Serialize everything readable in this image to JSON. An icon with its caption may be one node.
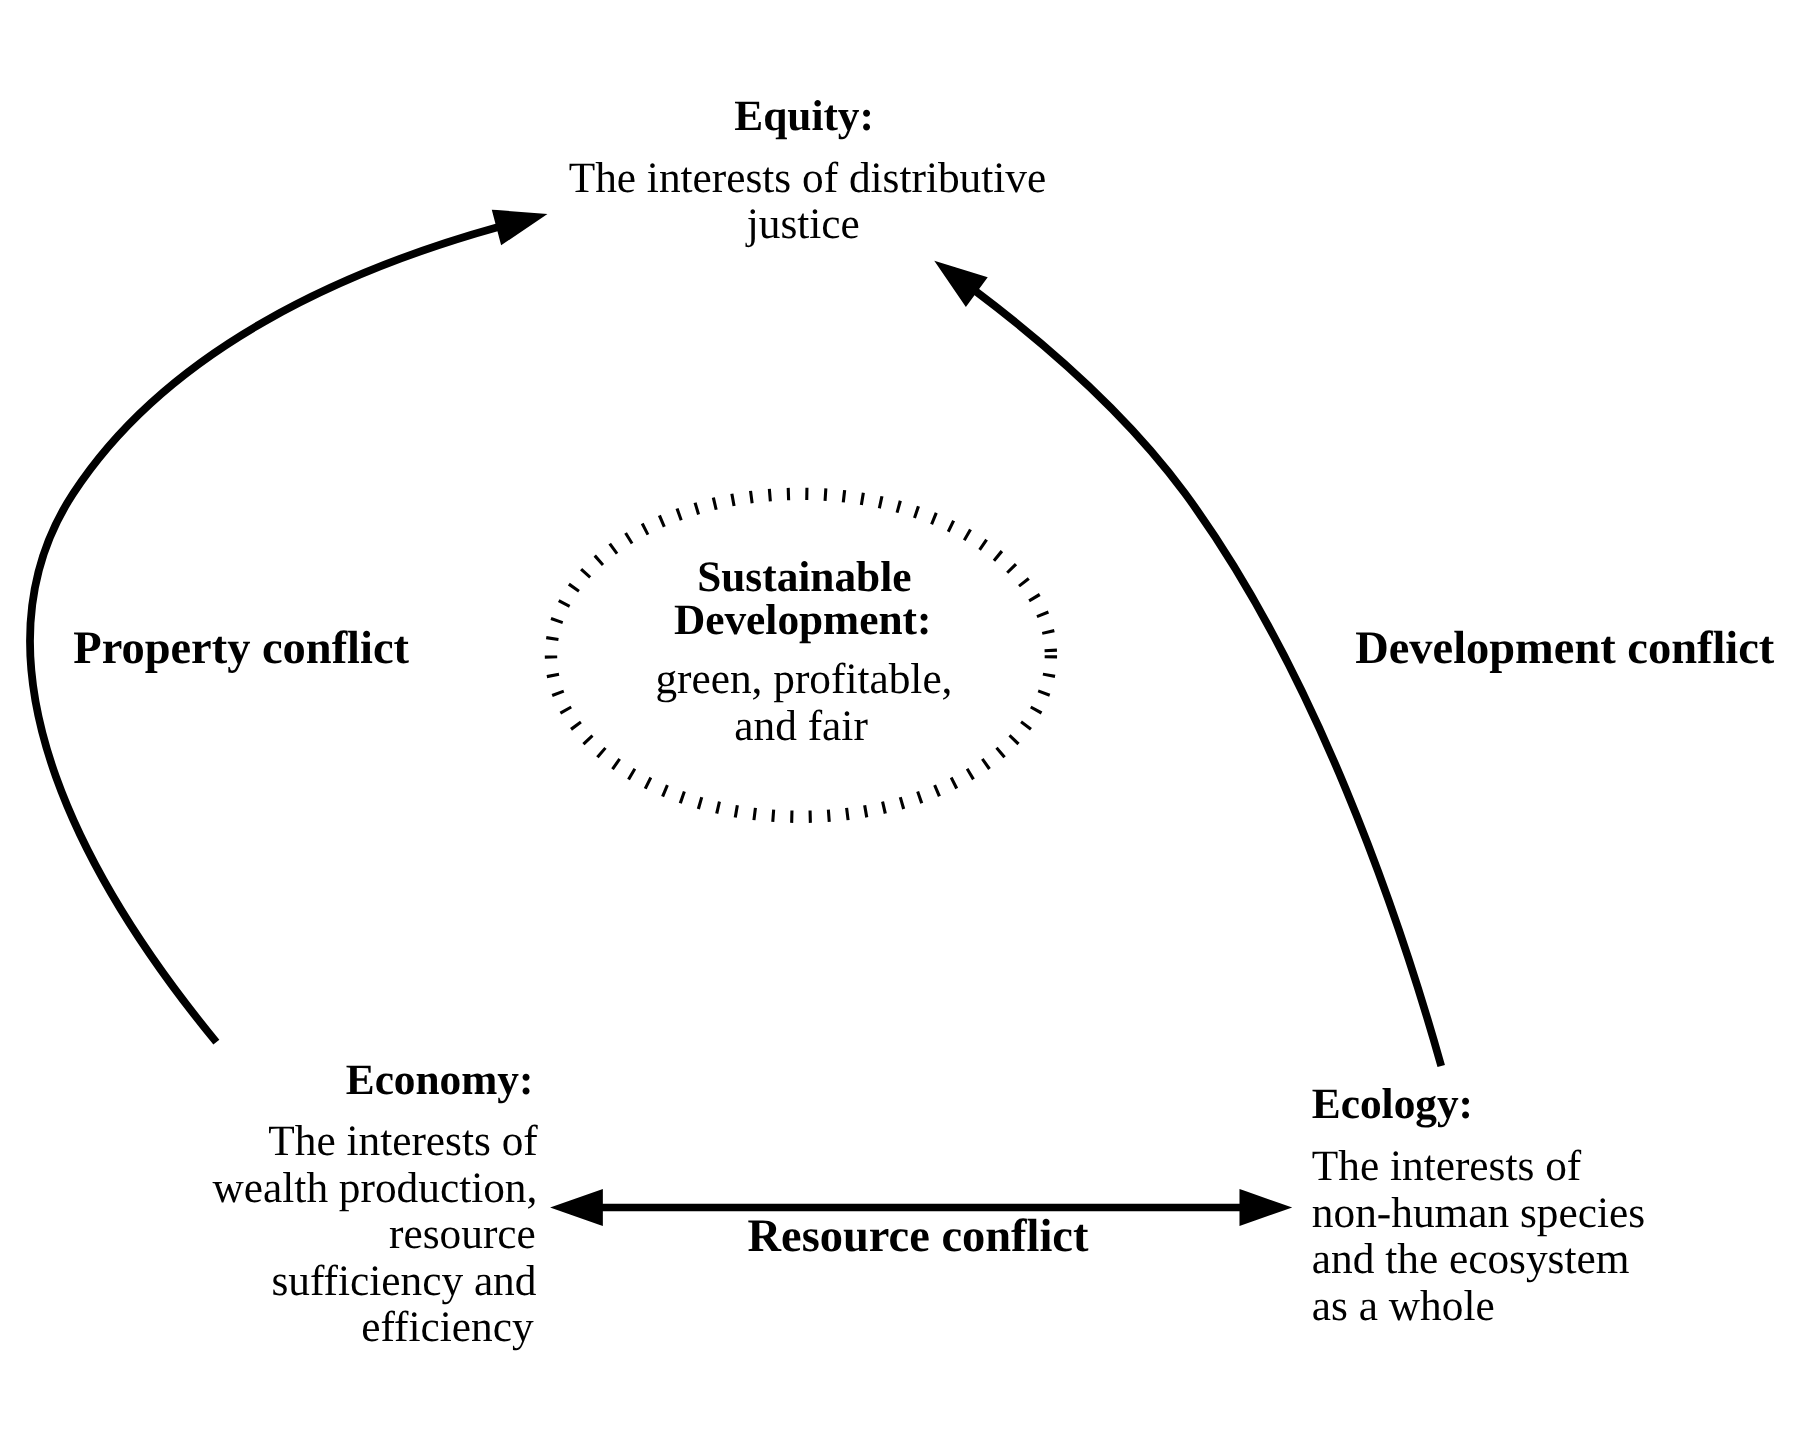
{
  "diagram": {
    "nodes": [
      {
        "text": [
          "Equity:",
          "The interests of distributive justice"
        ]
      },
      {
        "text": [
          "Sustainable Development:",
          "green, profitable, and fair"
        ]
      },
      {
        "text": [
          "Economy:",
          "The interests of wealth production, resource sufficiency and efficiency"
        ]
      },
      {
        "text": [
          "Ecology:",
          "The interests of non-human species and the ecosystem as a whole"
        ]
      }
    ],
    "edges": [
      {
        "from": 2,
        "to": 0,
        "arrow": "to",
        "label": "Property conflict"
      },
      {
        "from": 3,
        "to": 0,
        "arrow": "to",
        "label": "Development conflict"
      },
      {
        "from": 2,
        "to": 3,
        "arrow": "both",
        "label": "Resource conflict"
      }
    ]
  }
}
